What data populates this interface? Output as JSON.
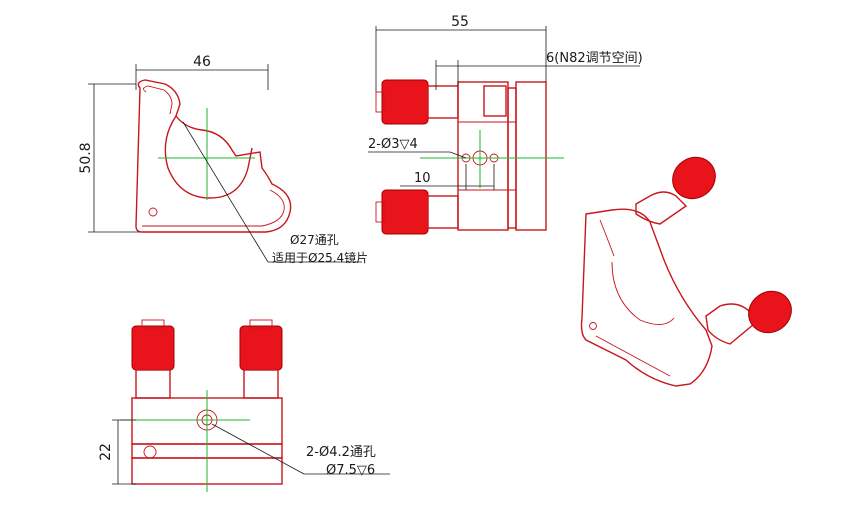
{
  "dimensions": {
    "width_46": "46",
    "height_50_8": "50.8",
    "width_55": "55",
    "adjust_gap": "6(N82调节空间)",
    "holes_m3": "2-Ø3▽4",
    "spacing_10": "10",
    "bore_27": "Ø27通孔",
    "mirror_25_4": "适用于Ø25.4镜片",
    "height_22": "22",
    "holes_4_2": "2-Ø4.2通孔",
    "cbore_7_5": "Ø7.5▽6"
  },
  "colors": {
    "outline": "#c8161d",
    "knob": "#e8131b",
    "centerline": "#22b531",
    "dimension": "#1a1a1a"
  }
}
